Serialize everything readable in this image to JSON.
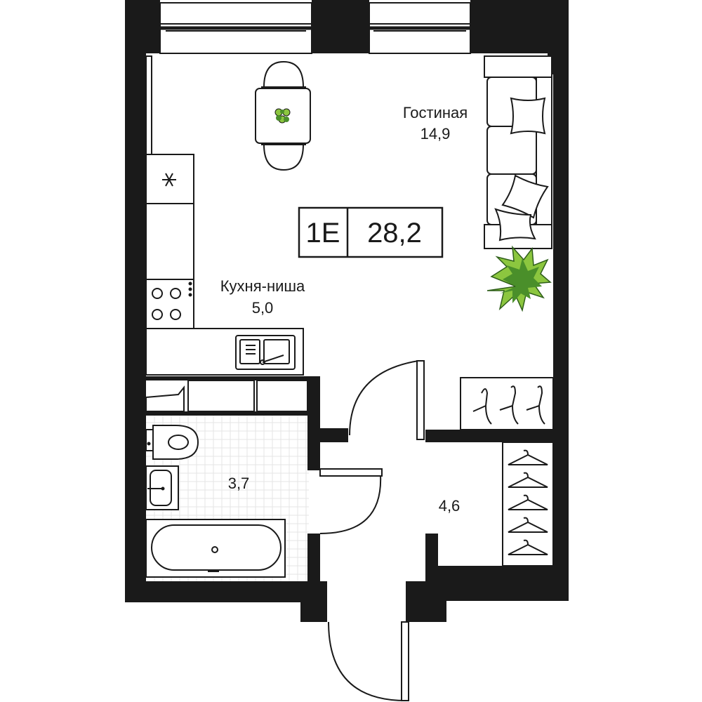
{
  "apartment": {
    "type_code": "1E",
    "total_area": "28,2"
  },
  "rooms": {
    "living": {
      "name": "Гостиная",
      "area": "14,9"
    },
    "kitchen": {
      "name": "Кухня-ниша",
      "area": "5,0"
    },
    "bathroom": {
      "area": "3,7"
    },
    "hallway": {
      "area": "4,6"
    }
  },
  "colors": {
    "wall": "#1a1a1a",
    "plant_light": "#8cc63f",
    "plant_dark": "#4a8f2a"
  }
}
